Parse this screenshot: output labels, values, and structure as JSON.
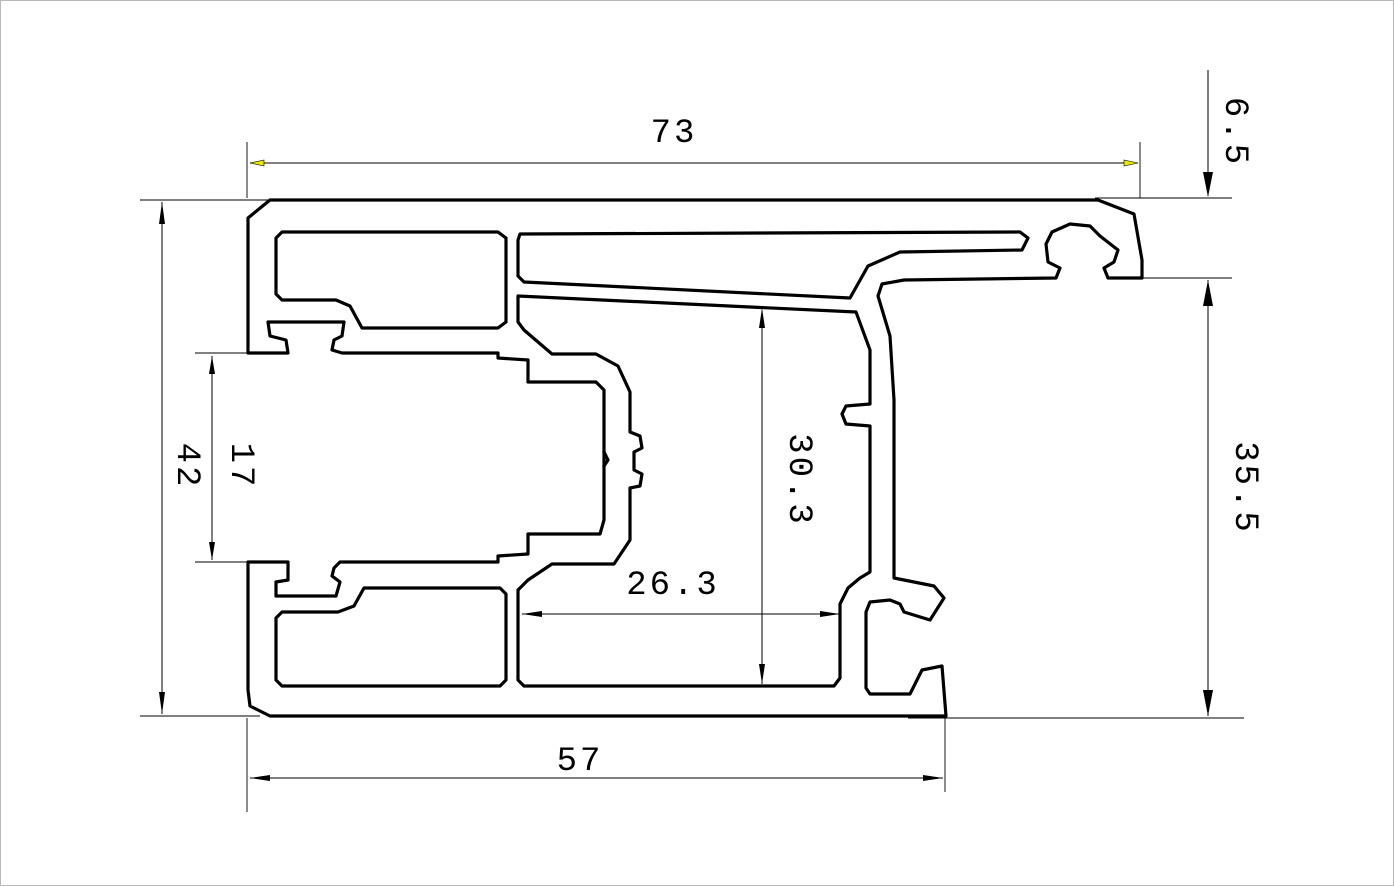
{
  "dimensions": {
    "overall_width": "73",
    "top_offset": "6.5",
    "overall_height": "42",
    "slot_height": "17",
    "chamber_height": "30.3",
    "chamber_width": "26.3",
    "right_height": "35.5",
    "bottom_width": "57"
  }
}
